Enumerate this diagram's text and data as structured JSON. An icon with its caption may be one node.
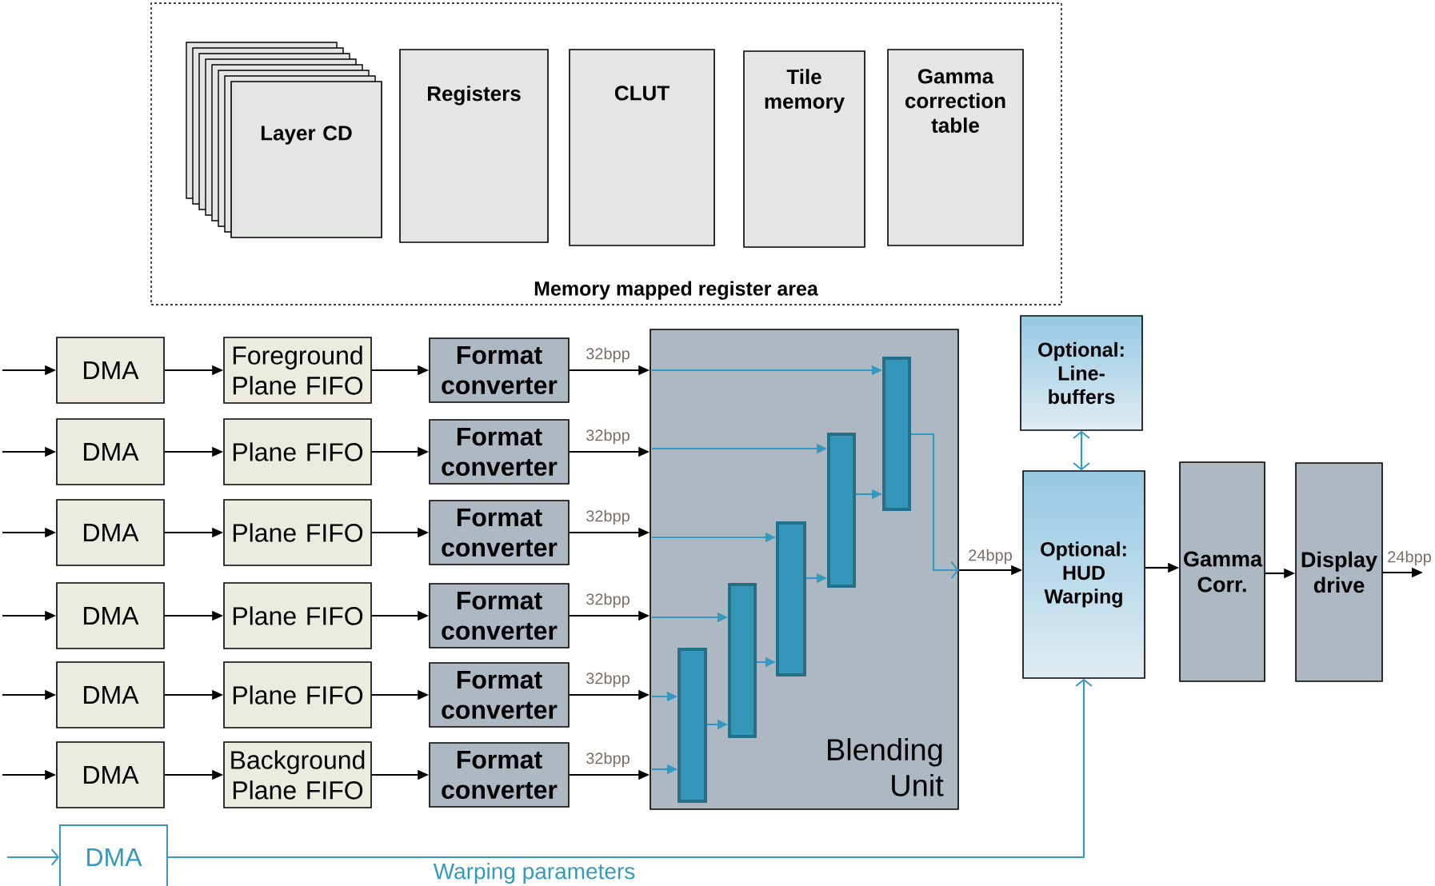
{
  "diagram": {
    "nodes": [
      {
        "text": [
          "Memory mapped register area"
        ]
      },
      {
        "text": [
          "Layer CD"
        ],
        "in": 0
      },
      {
        "text": [
          "Registers"
        ],
        "in": 0
      },
      {
        "text": [
          "CLUT"
        ],
        "in": 0
      },
      {
        "text": [
          "Tile memory"
        ],
        "in": 0
      },
      {
        "text": [
          "Gamma correction table"
        ],
        "in": 0
      },
      {
        "text": [
          "DMA"
        ]
      },
      {
        "text": [
          "Foreground Plane FIFO"
        ]
      },
      {
        "text": [
          "Format converter"
        ]
      },
      {
        "text": [
          "DMA"
        ]
      },
      {
        "text": [
          "Plane FIFO"
        ]
      },
      {
        "text": [
          "Format converter"
        ]
      },
      {
        "text": [
          "DMA"
        ]
      },
      {
        "text": [
          "Plane FIFO"
        ]
      },
      {
        "text": [
          "Format converter"
        ]
      },
      {
        "text": [
          "DMA"
        ]
      },
      {
        "text": [
          "Plane FIFO"
        ]
      },
      {
        "text": [
          "Format converter"
        ]
      },
      {
        "text": [
          "DMA"
        ]
      },
      {
        "text": [
          "Plane FIFO"
        ]
      },
      {
        "text": [
          "Format converter"
        ]
      },
      {
        "text": [
          "DMA"
        ]
      },
      {
        "text": [
          "Background Plane FIFO"
        ]
      },
      {
        "text": [
          "Format converter"
        ]
      },
      {
        "text": [
          "Blending Unit"
        ]
      },
      {
        "text": [],
        "shape": "bar",
        "in": 24
      },
      {
        "text": [],
        "shape": "bar",
        "in": 24
      },
      {
        "text": [],
        "shape": "bar",
        "in": 24
      },
      {
        "text": [],
        "shape": "bar",
        "in": 24
      },
      {
        "text": [],
        "shape": "bar",
        "in": 24
      },
      {
        "text": [
          "Optional: Line-buffers"
        ]
      },
      {
        "text": [
          "Optional: HUD Warping"
        ]
      },
      {
        "text": [
          "Gamma Corr."
        ]
      },
      {
        "text": [
          "Display drive"
        ]
      },
      {
        "text": [
          "DMA"
        ]
      }
    ],
    "edges": [
      {
        "from": null,
        "to": 6,
        "arrow": "to"
      },
      {
        "from": 6,
        "to": 7,
        "arrow": "to"
      },
      {
        "from": 7,
        "to": 8,
        "arrow": "to"
      },
      {
        "from": 8,
        "to": 24,
        "arrow": "to",
        "label": "32bpp"
      },
      {
        "from": null,
        "to": 29,
        "arrow": "to",
        "color": "#3399c0"
      },
      {
        "from": null,
        "to": 9,
        "arrow": "to"
      },
      {
        "from": 9,
        "to": 10,
        "arrow": "to"
      },
      {
        "from": 10,
        "to": 11,
        "arrow": "to"
      },
      {
        "from": 11,
        "to": 24,
        "arrow": "to",
        "label": "32bpp"
      },
      {
        "from": null,
        "to": 28,
        "arrow": "to",
        "color": "#3399c0"
      },
      {
        "from": null,
        "to": 12,
        "arrow": "to"
      },
      {
        "from": 12,
        "to": 13,
        "arrow": "to"
      },
      {
        "from": 13,
        "to": 14,
        "arrow": "to"
      },
      {
        "from": 14,
        "to": 24,
        "arrow": "to",
        "label": "32bpp"
      },
      {
        "from": null,
        "to": 27,
        "arrow": "to",
        "color": "#3399c0"
      },
      {
        "from": null,
        "to": 15,
        "arrow": "to"
      },
      {
        "from": 15,
        "to": 16,
        "arrow": "to"
      },
      {
        "from": 16,
        "to": 17,
        "arrow": "to"
      },
      {
        "from": 17,
        "to": 24,
        "arrow": "to",
        "label": "32bpp"
      },
      {
        "from": null,
        "to": 26,
        "arrow": "to",
        "color": "#3399c0"
      },
      {
        "from": null,
        "to": 18,
        "arrow": "to"
      },
      {
        "from": 18,
        "to": 19,
        "arrow": "to"
      },
      {
        "from": 19,
        "to": 20,
        "arrow": "to"
      },
      {
        "from": 20,
        "to": 24,
        "arrow": "to",
        "label": "32bpp"
      },
      {
        "from": null,
        "to": 25,
        "arrow": "to",
        "color": "#3399c0"
      },
      {
        "from": null,
        "to": 21,
        "arrow": "to"
      },
      {
        "from": 21,
        "to": 22,
        "arrow": "to"
      },
      {
        "from": 22,
        "to": 23,
        "arrow": "to"
      },
      {
        "from": 23,
        "to": 24,
        "arrow": "to",
        "label": "32bpp"
      },
      {
        "from": null,
        "to": 25,
        "arrow": "to",
        "color": "#3399c0"
      },
      {
        "from": 25,
        "to": 26,
        "arrow": "to",
        "color": "#3399c0"
      },
      {
        "from": 26,
        "to": 27,
        "arrow": "to",
        "color": "#3399c0"
      },
      {
        "from": 27,
        "to": 28,
        "arrow": "to",
        "color": "#3399c0"
      },
      {
        "from": 28,
        "to": 29,
        "arrow": "to",
        "color": "#3399c0"
      },
      {
        "from": 29,
        "to": 24,
        "arrow": "to",
        "color": "#3399c0"
      },
      {
        "from": 24,
        "to": 31,
        "arrow": "to",
        "label": "24bpp"
      },
      {
        "from": 30,
        "to": 31,
        "arrow": "both",
        "color": "#3399c0"
      },
      {
        "from": 31,
        "to": 32,
        "arrow": "to"
      },
      {
        "from": 32,
        "to": 33,
        "arrow": "to"
      },
      {
        "from": 33,
        "to": null,
        "arrow": "to",
        "label": "24bpp"
      },
      {
        "from": null,
        "to": 34,
        "arrow": "to",
        "color": "#3399c0"
      },
      {
        "from": 34,
        "to": 31,
        "arrow": "to",
        "color": "#3399c0",
        "label": "Warping parameters"
      }
    ]
  }
}
